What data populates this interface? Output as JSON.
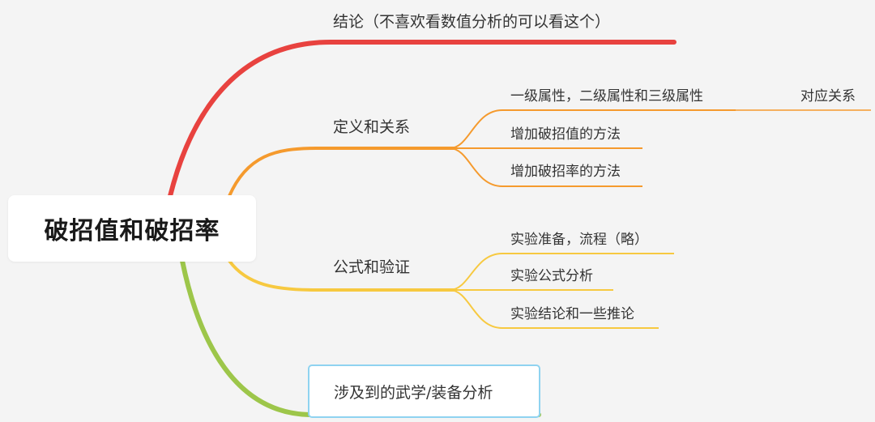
{
  "root": {
    "label": "破招值和破招率"
  },
  "branches": [
    {
      "label": "结论（不喜欢看数值分析的可以看这个）",
      "color": "#e8423f"
    },
    {
      "label": "定义和关系",
      "color": "#f59a2d",
      "children": [
        {
          "label": "一级属性，二级属性和三级属性",
          "children": [
            {
              "label": "对应关系"
            }
          ]
        },
        {
          "label": "增加破招值的方法"
        },
        {
          "label": "增加破招率的方法"
        }
      ]
    },
    {
      "label": "公式和验证",
      "color": "#f7c940",
      "children": [
        {
          "label": "实验准备，流程（略）"
        },
        {
          "label": "实验公式分析"
        },
        {
          "label": "实验结论和一些推论"
        }
      ]
    },
    {
      "label": "涉及到的武学/装备分析",
      "color": "#9dc64a",
      "border_color": "#8fd3f0"
    }
  ]
}
